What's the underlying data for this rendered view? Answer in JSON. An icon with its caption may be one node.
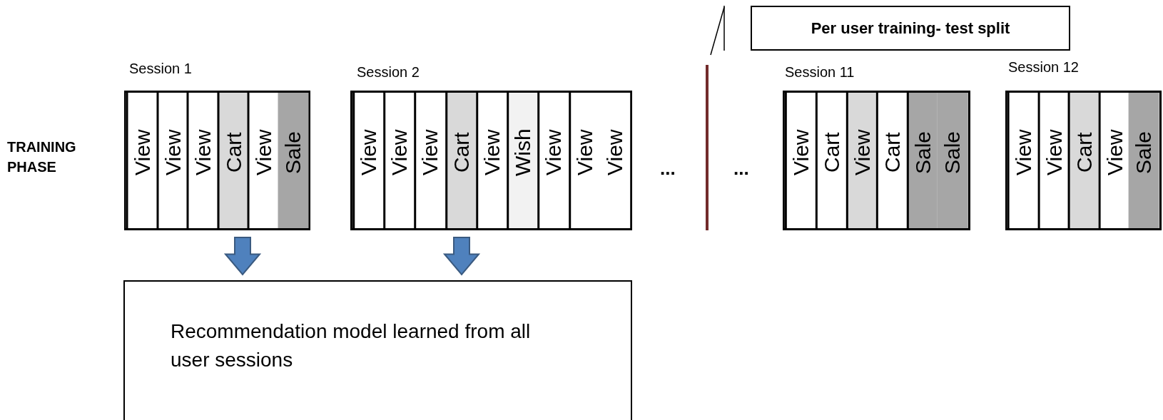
{
  "diagram": {
    "nodes": [
      {
        "text": [
          "Per user training- test split"
        ]
      },
      {
        "text": [
          "Session 1"
        ]
      },
      {
        "text": [
          "View"
        ],
        "in": 1
      },
      {
        "text": [
          "View"
        ],
        "in": 1
      },
      {
        "text": [
          "View"
        ],
        "in": 1
      },
      {
        "text": [
          "Cart"
        ],
        "in": 1
      },
      {
        "text": [
          "View"
        ],
        "in": 1
      },
      {
        "text": [
          "Sale"
        ],
        "in": 1
      },
      {
        "text": [
          "Session  2"
        ]
      },
      {
        "text": [
          "View"
        ],
        "in": 8
      },
      {
        "text": [
          "View"
        ],
        "in": 8
      },
      {
        "text": [
          "View"
        ],
        "in": 8
      },
      {
        "text": [
          "Cart"
        ],
        "in": 8
      },
      {
        "text": [
          "View"
        ],
        "in": 8
      },
      {
        "text": [
          "Wish"
        ],
        "in": 8
      },
      {
        "text": [
          "View"
        ],
        "in": 8
      },
      {
        "text": [
          "View"
        ],
        "in": 8
      },
      {
        "text": [
          "View"
        ],
        "in": 8
      },
      {
        "text": [
          "Session 11"
        ]
      },
      {
        "text": [
          "View"
        ],
        "in": 18
      },
      {
        "text": [
          "Cart"
        ],
        "in": 18
      },
      {
        "text": [
          "View"
        ],
        "in": 18
      },
      {
        "text": [
          "Cart"
        ],
        "in": 18
      },
      {
        "text": [
          "Sale"
        ],
        "in": 18
      },
      {
        "text": [
          "Sale"
        ],
        "in": 18
      },
      {
        "text": [
          "Session 12"
        ]
      },
      {
        "text": [
          "View"
        ],
        "in": 25
      },
      {
        "text": [
          "View"
        ],
        "in": 25
      },
      {
        "text": [
          "Cart"
        ],
        "in": 25
      },
      {
        "text": [
          "View"
        ],
        "in": 25
      },
      {
        "text": [
          "Sale"
        ],
        "in": 25
      },
      {
        "text": [
          "Recommendation model learned from all user sessions"
        ]
      }
    ],
    "edges": [
      {
        "from": 1,
        "to": 31,
        "arrow": "to"
      },
      {
        "from": 8,
        "to": 31,
        "arrow": "to"
      }
    ],
    "labels": [
      "TRAINING PHASE",
      "...",
      "..."
    ]
  }
}
